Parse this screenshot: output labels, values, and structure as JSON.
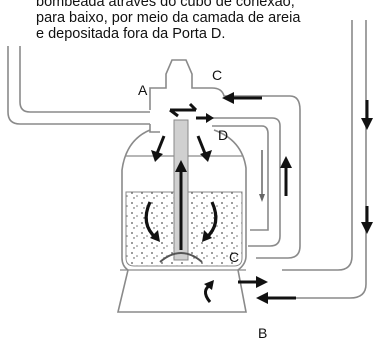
{
  "caption": {
    "lines": [
      "bombeada através do cubo de conexão,",
      "para baixo, por meio da camada de areia",
      "e depositada fora da Porta D."
    ]
  },
  "labels": {
    "a": "A",
    "b": "B",
    "c_top": "C",
    "c_bottom": "C",
    "d": "D"
  },
  "colors": {
    "line": "#8a8a8a",
    "arrow": "#111111",
    "sand": "#e9e9e9"
  }
}
